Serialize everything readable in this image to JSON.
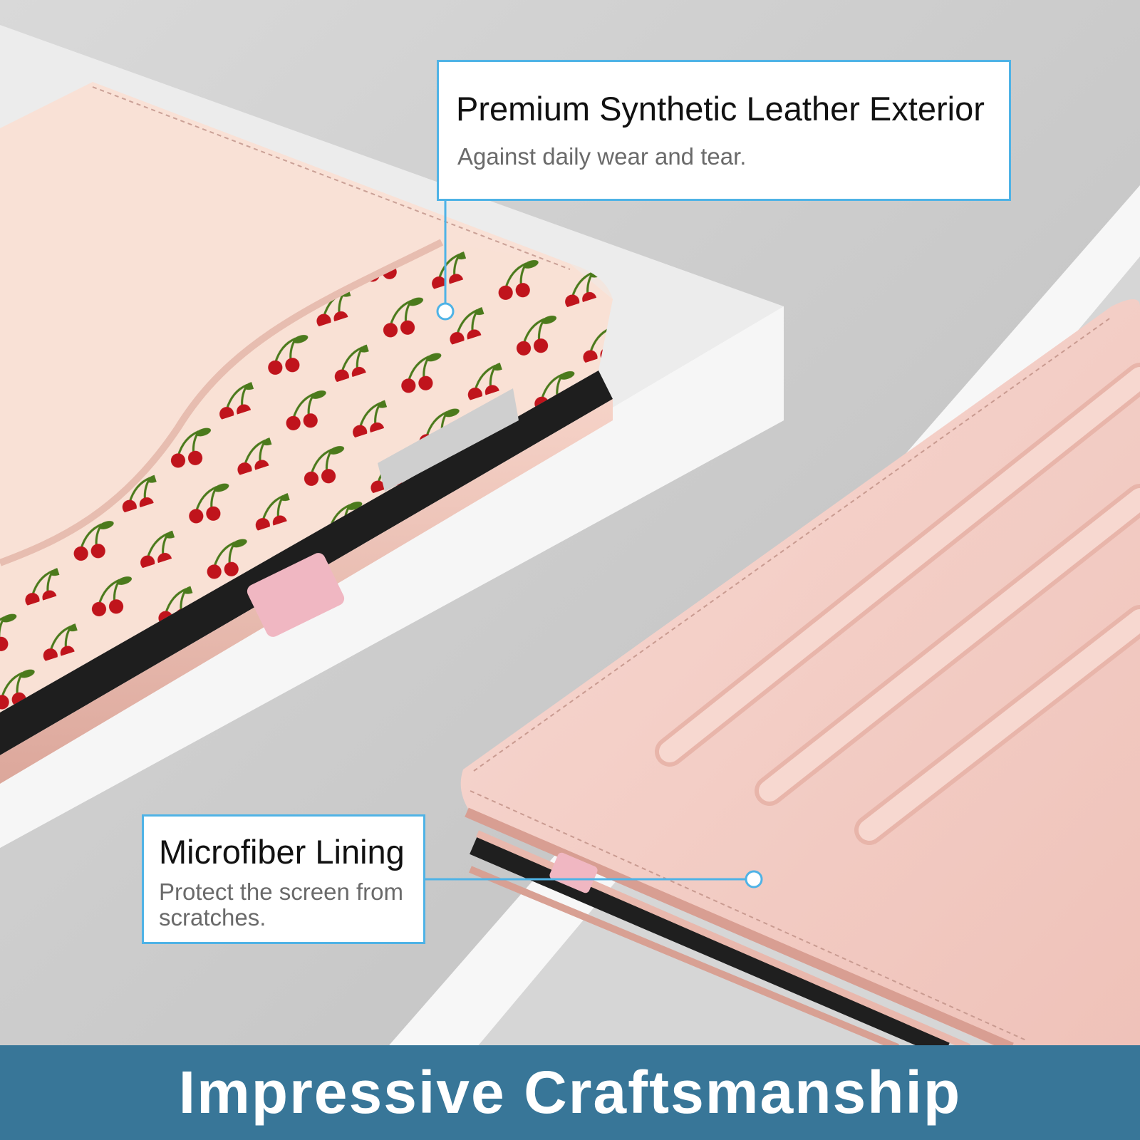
{
  "callouts": {
    "exterior": {
      "title": "Premium Synthetic Leather Exterior",
      "subtitle": "Against daily wear and tear."
    },
    "lining": {
      "title": "Microfiber Lining",
      "subtitle": "Protect the screen from scratches."
    }
  },
  "banner": {
    "title": "Impressive Craftsmanship"
  },
  "colors": {
    "accent_line": "#4fb3e6",
    "banner_bg": "#387698",
    "case_pink": "#f4cfc7",
    "cherry_red": "#c0141c",
    "stem_green": "#4b7a1c"
  }
}
